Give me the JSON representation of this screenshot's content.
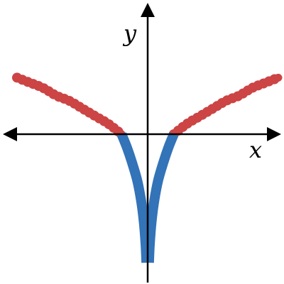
{
  "chart_data": {
    "type": "line",
    "title": "",
    "xlabel": "x",
    "ylabel": "y",
    "xlim": [
      -5,
      5
    ],
    "ylim": [
      -5,
      5
    ],
    "grid": false,
    "legend": "none",
    "series": [
      {
        "color": "#cc4444",
        "x": [
          -5,
          -4.5,
          -4,
          -3.5,
          -3,
          -2.5,
          -2,
          -1.5,
          -1
        ],
        "y": [
          2.2,
          2.0,
          1.8,
          1.5,
          1.3,
          1.0,
          0.7,
          0.4,
          0
        ],
        "stroke": "dotted-thick"
      },
      {
        "color": "#cc4444",
        "x": [
          1,
          1.5,
          2,
          2.5,
          3,
          3.5,
          4,
          4.5,
          5
        ],
        "y": [
          0,
          0.4,
          0.7,
          1.0,
          1.3,
          1.5,
          1.8,
          2.0,
          2.2
        ],
        "stroke": "dotted-thick"
      },
      {
        "color": "#3373b8",
        "x": [
          -1,
          -0.8,
          -0.6,
          -0.4,
          -0.25,
          -0.15,
          -0.08,
          -0.05
        ],
        "y": [
          0,
          -0.5,
          -1.1,
          -1.8,
          -2.6,
          -3.4,
          -4.3,
          -5
        ],
        "stroke": "solid-thick"
      },
      {
        "color": "#3373b8",
        "x": [
          1,
          0.8,
          0.6,
          0.4,
          0.25,
          0.15,
          0.08,
          0.05
        ],
        "y": [
          0,
          -0.5,
          -1.1,
          -1.8,
          -2.6,
          -3.4,
          -4.3,
          -5
        ],
        "stroke": "solid-thick"
      }
    ]
  }
}
